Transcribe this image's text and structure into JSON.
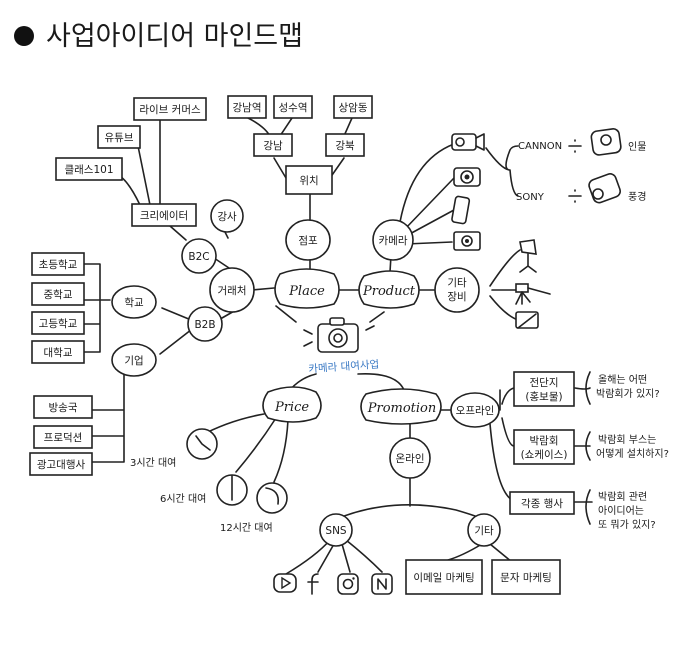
{
  "title": "사업아이디어 마인드맵",
  "center": {
    "label": "카메라 대여사업"
  },
  "place": {
    "label": "Place",
    "store": "점포",
    "location": "위치",
    "gangnam": "강남",
    "gangbuk": "강북",
    "gangnam_station": "강남역",
    "seongsu_station": "성수역",
    "sangam": "상암동"
  },
  "customers": {
    "hub": "거래처",
    "b2c": "B2C",
    "b2b": "B2B",
    "creator": "크리에이터",
    "instructor": "강사",
    "live_commerce": "라이브 커머스",
    "youtube": "유튜브",
    "class101": "클래스101",
    "school": "학교",
    "elementary": "초등학교",
    "middle": "중학교",
    "high": "고등학교",
    "university": "대학교",
    "company": "기업",
    "broadcaster": "방송국",
    "production": "프로덕션",
    "ad_agency": "광고대행사"
  },
  "product": {
    "label": "Product",
    "camera": "카메라",
    "canon": "CANNON",
    "sony": "SONY",
    "portrait": "인물",
    "landscape": "풍경",
    "other_gear_line1": "기타",
    "other_gear_line2": "장비"
  },
  "price": {
    "label": "Price",
    "h3": "3시간 대여",
    "h6": "6시간 대여",
    "h12": "12시간 대여"
  },
  "promotion": {
    "label": "Promotion",
    "offline": "오프라인",
    "online": "온라인",
    "flagship_line1": "전단지",
    "flagship_line2": "(홍보물)",
    "expo_line1": "박람회",
    "expo_line2": "(쇼케이스)",
    "events": "각종 행사",
    "note1_line1": "올해는 어떤",
    "note1_line2": "박람회가 있지?",
    "note2_line1": "박람회 부스는",
    "note2_line2": "어떻게 설치하지?",
    "note3_line1": "박람회 관련",
    "note3_line2": "아이디어는",
    "note3_line3": "또 뭐가 있지?",
    "sns": "SNS",
    "etc": "기타",
    "email_marketing": "이메일 마케팅",
    "sms_marketing": "문자 마케팅"
  },
  "icons": [
    "camera-icon",
    "camcorder-icon",
    "compact-camera-icon",
    "phone-icon",
    "action-camera-icon",
    "light-stand-icon",
    "tripod-icon",
    "reflector-icon",
    "youtube-icon",
    "facebook-icon",
    "instagram-icon",
    "naver-icon",
    "clock-icon"
  ]
}
